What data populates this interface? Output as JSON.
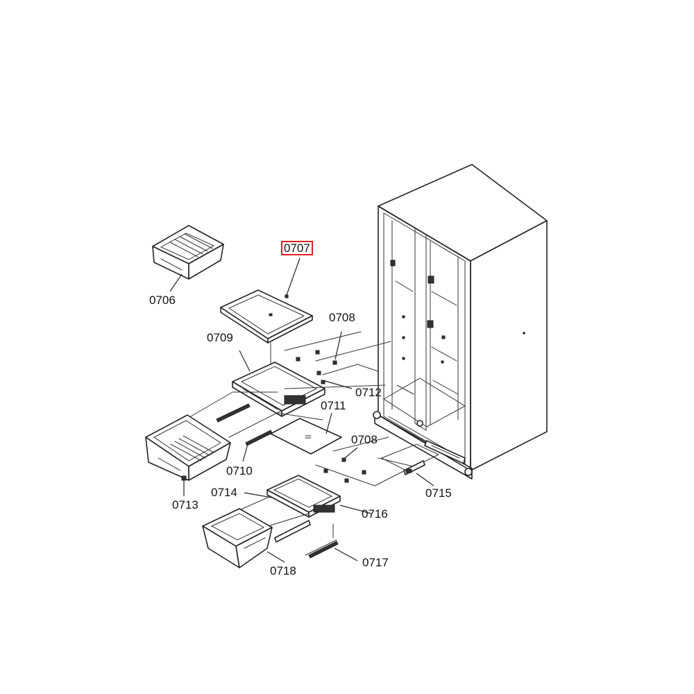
{
  "diagram": {
    "callouts": {
      "c0706": "0706",
      "c0707": "0707",
      "c0708a": "0708",
      "c0709": "0709",
      "c0712": "0712",
      "c0711": "0711",
      "c0708b": "0708",
      "c0710": "0710",
      "c0713": "0713",
      "c0714": "0714",
      "c0716": "0716",
      "c0715": "0715",
      "c0718": "0718",
      "c0717": "0717"
    },
    "highlight": {
      "part": "0707",
      "color": "#e02020"
    }
  }
}
